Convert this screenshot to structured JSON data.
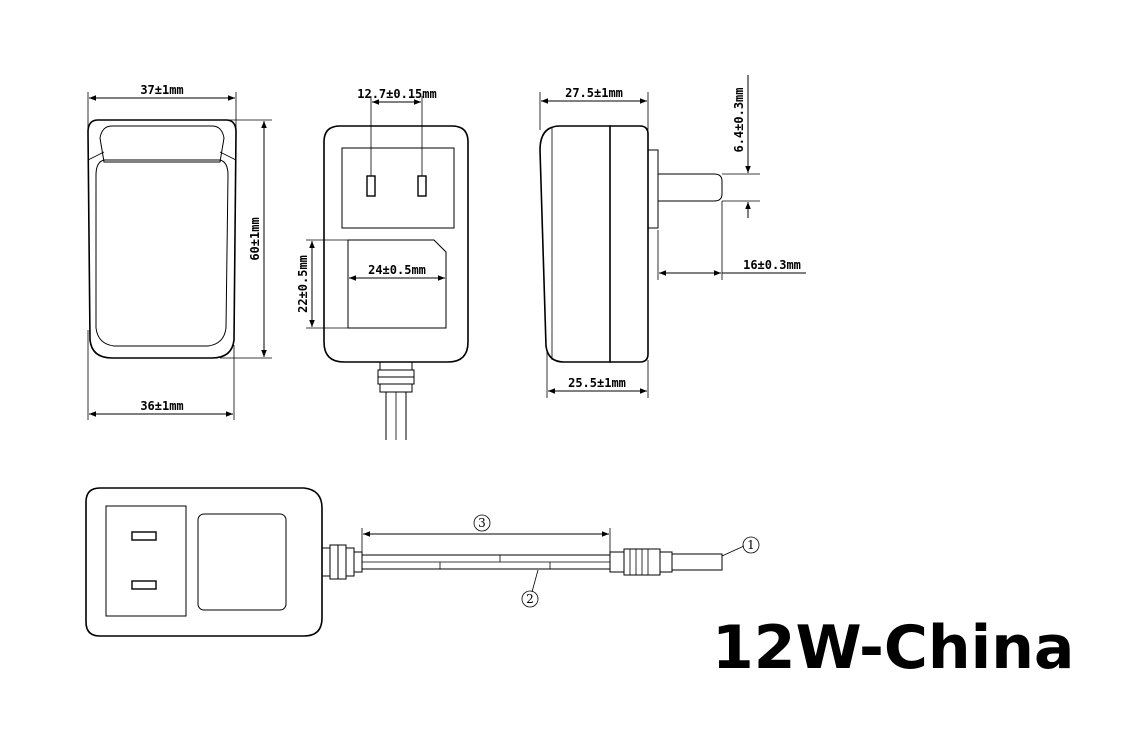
{
  "title": "12W-China",
  "dimensions": {
    "front_top_width": "37±1mm",
    "front_bottom_width": "36±1mm",
    "front_height": "60±1mm",
    "pin_spacing": "12.7±0.15mm",
    "label_width": "24±0.5mm",
    "label_height": "22±0.5mm",
    "side_top_depth": "27.5±1mm",
    "side_bottom_depth": "25.5±1mm",
    "pin_thickness": "6.4±0.3mm",
    "pin_length": "16±0.3mm"
  },
  "callouts": {
    "c1": "1",
    "c2": "2",
    "c3": "3"
  }
}
